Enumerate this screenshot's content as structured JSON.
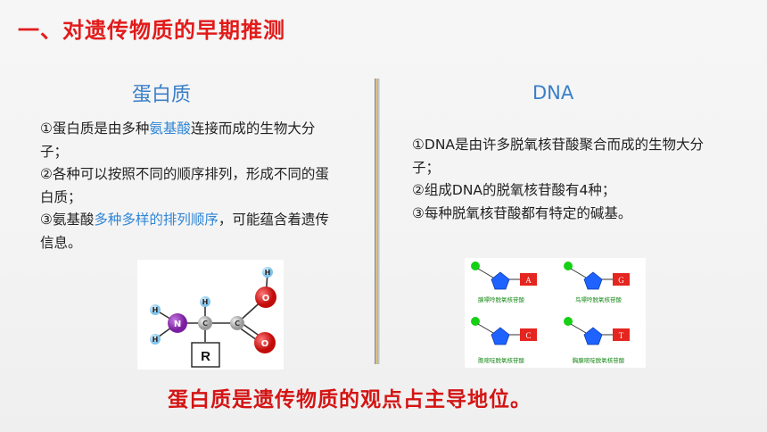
{
  "title": "一、对遗传物质的早期推测",
  "left": {
    "heading": "蛋白质",
    "items": [
      {
        "pre": "①蛋白质是由多种",
        "hl": "氨基酸",
        "post": "连接而成的生物大分子；"
      },
      {
        "pre": "②各种可以按照不同的顺序排列，形成不同的蛋白质；",
        "hl": "",
        "post": ""
      },
      {
        "pre": "③氨基酸",
        "hl": "多种多样的排列顺序",
        "post": "，可能蕴含着遗传信息。"
      }
    ]
  },
  "right": {
    "heading": "DNA",
    "items": [
      "①DNA是由许多脱氧核苷酸聚合而成的生物大分子；",
      "②组成DNA的脱氧核苷酸有4种；",
      "③每种脱氧核苷酸都有特定的碱基。"
    ]
  },
  "molecule": {
    "atoms": [
      "N",
      "H",
      "H",
      "C",
      "H",
      "C",
      "O",
      "O",
      "H"
    ],
    "r_group": "R"
  },
  "nucleotides": [
    {
      "base": "A",
      "name": "腺嘌呤脱氧核苷酸"
    },
    {
      "base": "G",
      "name": "鸟嘌呤脱氧核苷酸"
    },
    {
      "base": "C",
      "name": "胞嘧啶脱氧核苷酸"
    },
    {
      "base": "T",
      "name": "胸腺嘧啶脱氧核苷酸"
    }
  ],
  "colors": {
    "title": "#e21b1b",
    "heading": "#3a7fc8",
    "highlight": "#2f86d6",
    "conclusion": "#d41414"
  },
  "conclusion": "蛋白质是遗传物质的观点占主导地位。"
}
